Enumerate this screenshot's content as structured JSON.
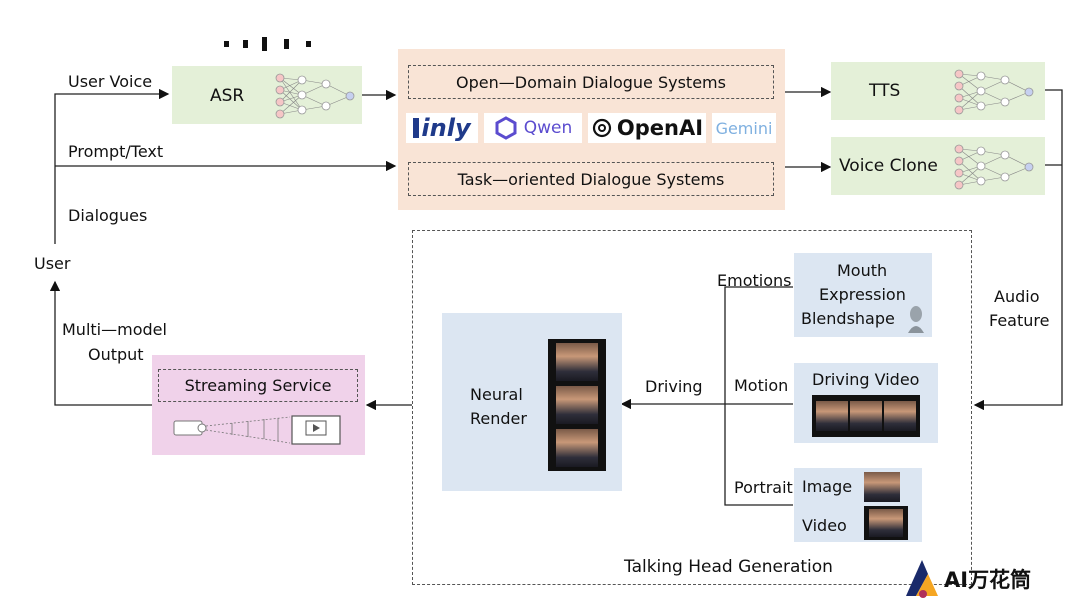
{
  "user": "User",
  "inputs": {
    "user_voice": "User Voice",
    "prompt_text": "Prompt/Text",
    "dialogues": "Dialogues"
  },
  "asr": "ASR",
  "dialogue_systems": {
    "open_domain": "Open—Domain Dialogue Systems",
    "task_oriented": "Task—oriented Dialogue Systems",
    "logos": [
      "inly",
      "Qwen",
      "OpenAI",
      "Gemini"
    ]
  },
  "tts": "TTS",
  "voice_clone": "Voice Clone",
  "audio_feature": [
    "Audio",
    "Feature"
  ],
  "talking_head": {
    "title": "Talking Head Generation",
    "emotions": "Emotions",
    "mouth_box": [
      "Mouth",
      "Expression",
      "Blendshape"
    ],
    "motion": "Motion",
    "driving_video": "Driving Video",
    "portrait": "Portrait",
    "image": "Image",
    "video": "Video",
    "driving": "Driving",
    "neural_render": [
      "Neural",
      "Render"
    ]
  },
  "output": {
    "multi_model": "Multi—model",
    "output": "Output",
    "streaming": "Streaming Service"
  },
  "watermark": "AI万花筒",
  "colors": {
    "green": "#e4f0d8",
    "peach": "#f9e4d6",
    "blue": "#dce6f2",
    "pink": "#f0d2ea"
  }
}
